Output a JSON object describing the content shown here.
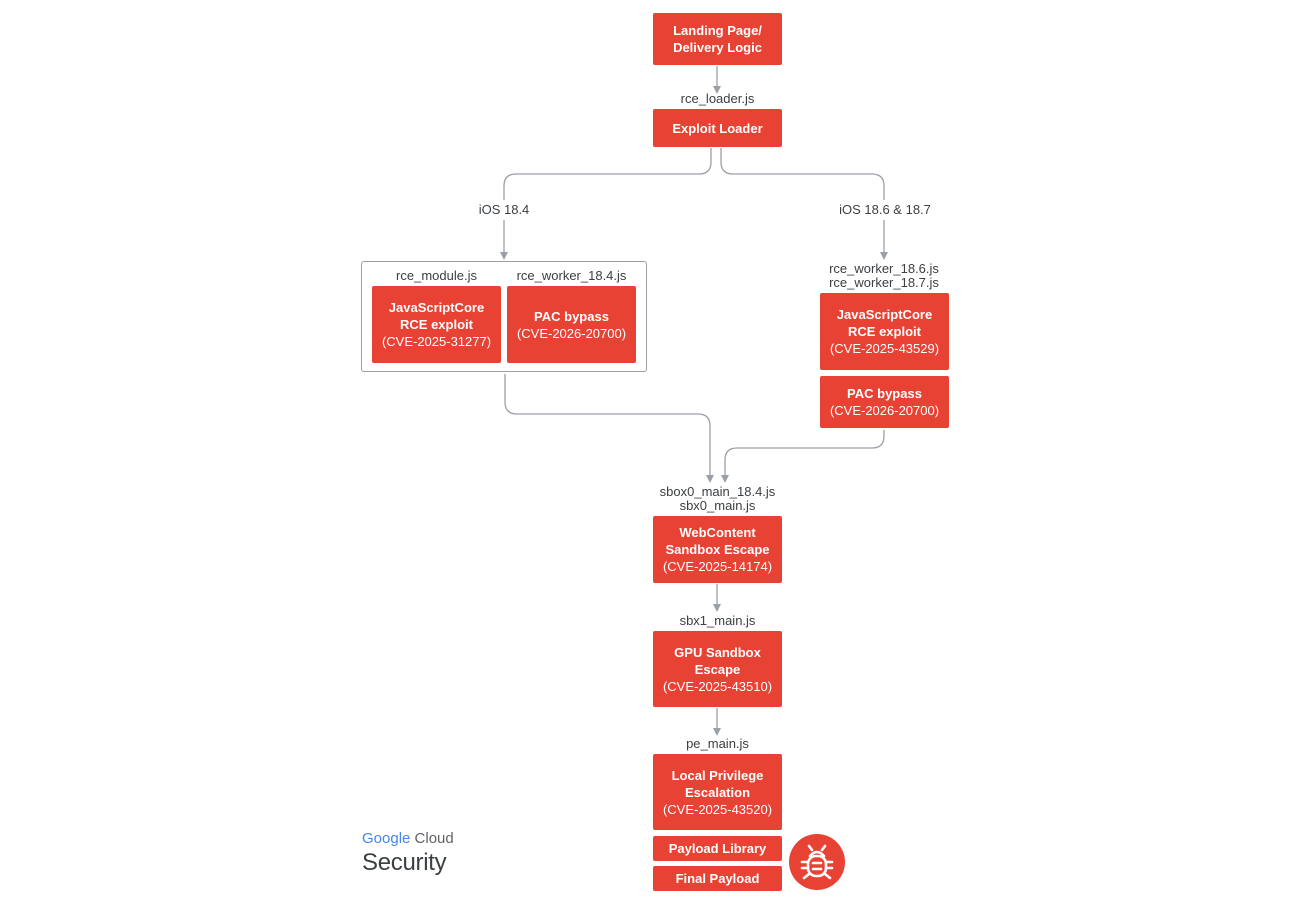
{
  "nodes": {
    "landing": {
      "title": "Landing Page/ Delivery Logic"
    },
    "loader": {
      "file": "rce_loader.js",
      "title": "Exploit Loader"
    },
    "branch_left": {
      "label": "iOS 18.4"
    },
    "branch_right": {
      "label": "iOS 18.6 & 18.7"
    },
    "left_rce": {
      "file": "rce_module.js",
      "title": "JavaScriptCore RCE exploit",
      "cve": "(CVE-2025-31277)"
    },
    "left_pac": {
      "file": "rce_worker_18.4.js",
      "title": "PAC bypass",
      "cve": "(CVE-2026-20700)"
    },
    "right_files": [
      "rce_worker_18.6.js",
      "rce_worker_18.7.js"
    ],
    "right_rce": {
      "title": "JavaScriptCore RCE exploit",
      "cve": "(CVE-2025-43529)"
    },
    "right_pac": {
      "title": "PAC bypass",
      "cve": "(CVE-2026-20700)"
    },
    "sandbox": {
      "files": [
        "sbox0_main_18.4.js",
        "sbx0_main.js"
      ],
      "title": "WebContent Sandbox Escape",
      "cve": "(CVE-2025-14174)"
    },
    "gpu": {
      "file": "sbx1_main.js",
      "title": "GPU Sandbox Escape",
      "cve": "(CVE-2025-43510)"
    },
    "lpe": {
      "file": "pe_main.js",
      "title": "Local Privilege Escalation",
      "cve": "(CVE-2025-43520)"
    },
    "payload_library": {
      "title": "Payload Library"
    },
    "final_payload": {
      "title": "Final Payload"
    }
  },
  "logo": {
    "brand": "Google",
    "product": "Cloud",
    "division": "Security"
  },
  "icons": {
    "bug": "bug-icon"
  },
  "colors": {
    "accent": "#e84235",
    "wire": "#9aa0a6",
    "text": "#3c4043"
  }
}
